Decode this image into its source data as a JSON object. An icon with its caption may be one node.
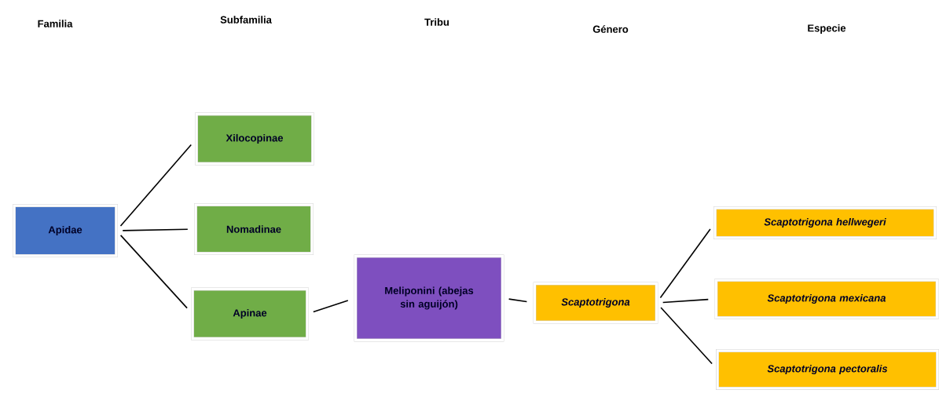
{
  "diagram": {
    "nodes": [
      {
        "text": [
          "Apidae"
        ]
      },
      {
        "text": [
          "Xilocopinae"
        ]
      },
      {
        "text": [
          "Nomadinae"
        ]
      },
      {
        "text": [
          "Apinae"
        ]
      },
      {
        "text": [
          "Meliponini (abejas sin aguijón)"
        ]
      },
      {
        "text": [
          "Scaptotrigona"
        ]
      },
      {
        "text": [
          "Scaptotrigona hellwegeri"
        ]
      },
      {
        "text": [
          "Scaptotrigona mexicana"
        ]
      },
      {
        "text": [
          "Scaptotrigona pectoralis"
        ]
      }
    ],
    "edges": [
      {
        "from": 0,
        "to": 1,
        "arrow": "none"
      },
      {
        "from": 0,
        "to": 2,
        "arrow": "none"
      },
      {
        "from": 0,
        "to": 3,
        "arrow": "none"
      },
      {
        "from": 3,
        "to": 4,
        "arrow": "none"
      },
      {
        "from": 4,
        "to": 5,
        "arrow": "none"
      },
      {
        "from": 5,
        "to": 6,
        "arrow": "none"
      },
      {
        "from": 5,
        "to": 7,
        "arrow": "none"
      },
      {
        "from": 5,
        "to": 8,
        "arrow": "none"
      }
    ],
    "labels": [
      "Familia",
      "Subfamilia",
      "Tribu",
      "Género",
      "Especie"
    ]
  }
}
